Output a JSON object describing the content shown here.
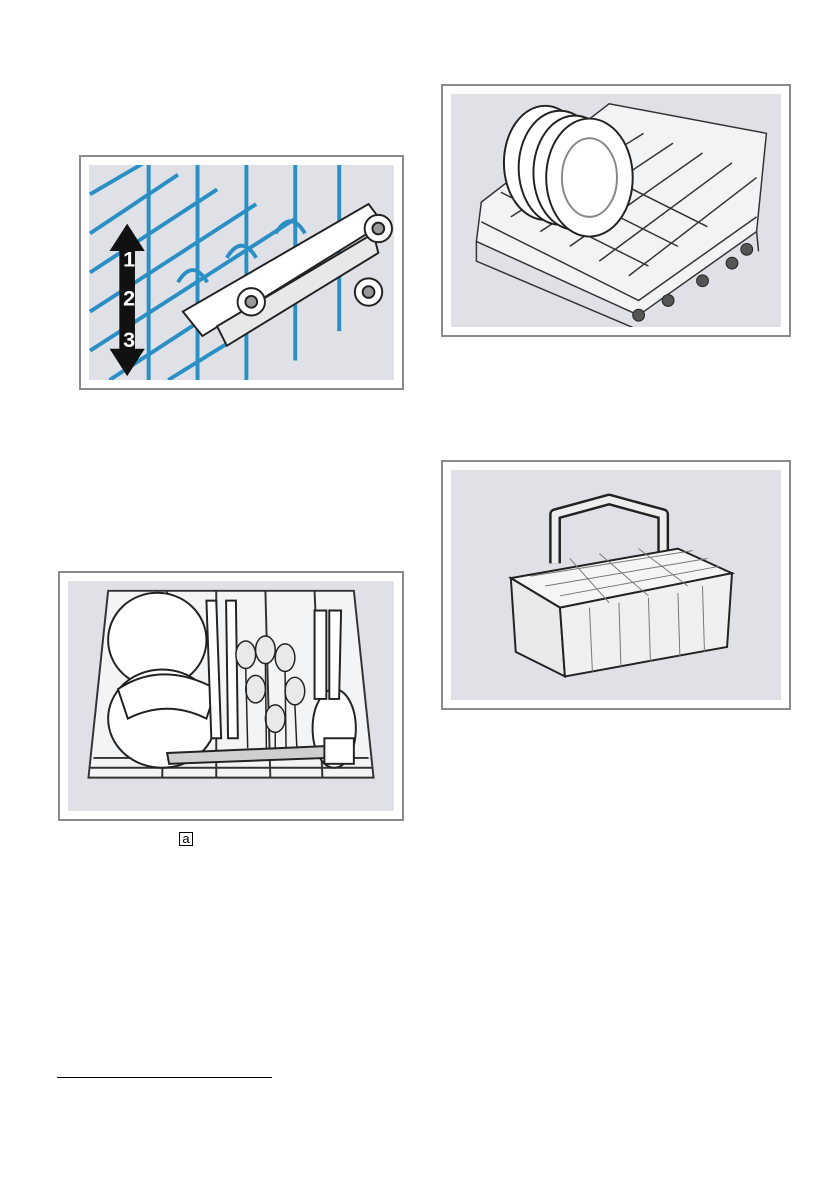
{
  "figures": {
    "rack_height": {
      "level_labels": [
        "1",
        "2",
        "3"
      ]
    },
    "lower_rack": {
      "callout": "a"
    }
  },
  "colors": {
    "panel_background": "#dfe1e6",
    "rack_wire": "#2a8fc4",
    "line_art": "#222222"
  }
}
